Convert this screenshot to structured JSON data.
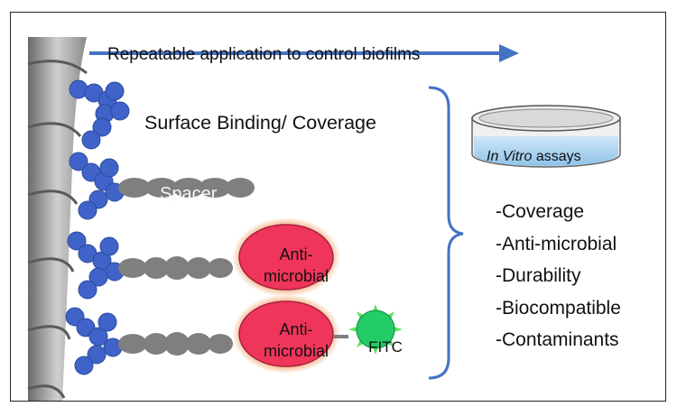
{
  "arrow": {
    "label": "Repeatable application to control biofilms"
  },
  "binding": {
    "label": "Surface Binding/ Coverage"
  },
  "spacer": {
    "label": "Spacer"
  },
  "antimicrobial": {
    "line1": "Anti-",
    "line2": "microbial"
  },
  "fitc": {
    "label": "FITC"
  },
  "assay": {
    "italic": "In Vitro",
    "rest": " assays"
  },
  "outcomes": [
    "-Coverage",
    "-Anti-microbial",
    "-Durability",
    "-Biocompatible",
    "-Contaminants"
  ],
  "colors": {
    "arrow": "#4472c4",
    "bead": "#3f63c8",
    "spacer": "#7f7f7f",
    "antimicrobial": "#f0355a",
    "antimicrobial_glow": "#f4b183",
    "fitc": "#2dd36a",
    "brace": "#4472c4",
    "dish_liquid": "#a9d1ee"
  }
}
